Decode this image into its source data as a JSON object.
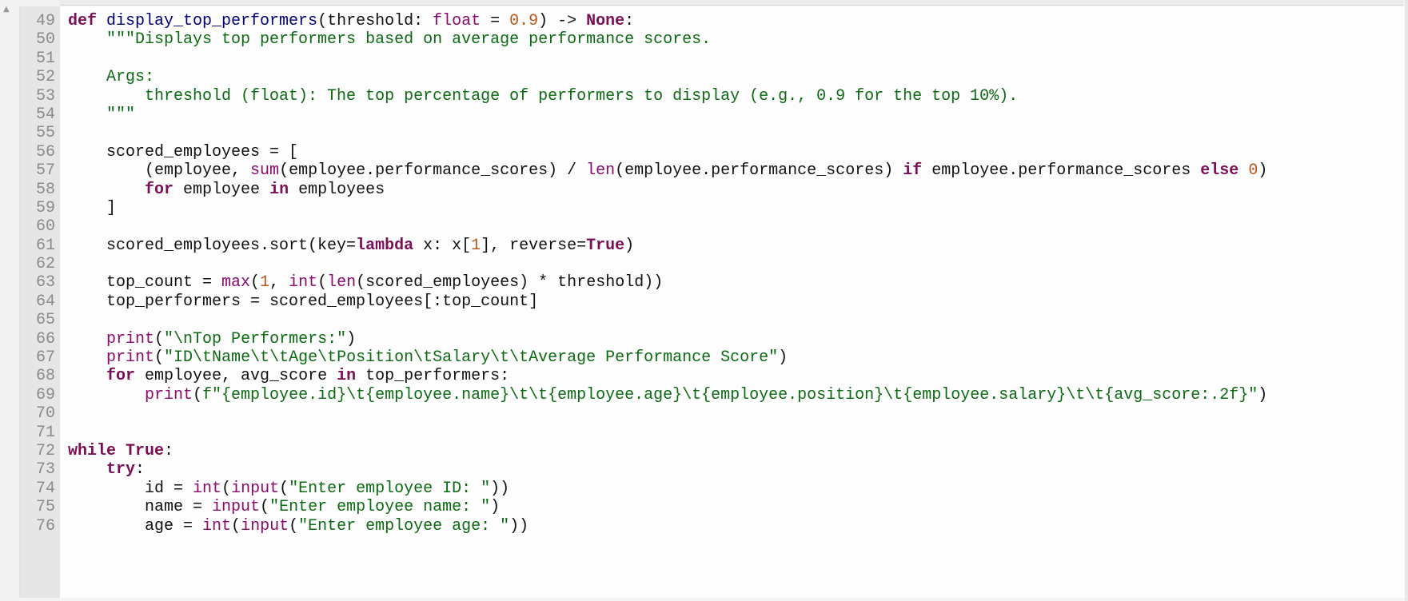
{
  "editor": {
    "lines": [
      {
        "num": "49",
        "tokens": [
          [
            "k",
            "def "
          ],
          [
            "f",
            "display_top_performers"
          ],
          [
            "t",
            "(threshold: "
          ],
          [
            "b",
            "float"
          ],
          [
            "t",
            " = "
          ],
          [
            "n",
            "0.9"
          ],
          [
            "t",
            ") -> "
          ],
          [
            "k",
            "None"
          ],
          [
            "t",
            ":"
          ]
        ]
      },
      {
        "num": "50",
        "tokens": [
          [
            "t",
            "    "
          ],
          [
            "s",
            "\"\"\"Displays top performers based on average performance scores."
          ]
        ]
      },
      {
        "num": "51",
        "tokens": []
      },
      {
        "num": "52",
        "tokens": [
          [
            "s",
            "    Args:"
          ]
        ]
      },
      {
        "num": "53",
        "tokens": [
          [
            "s",
            "        threshold (float): The top percentage of performers to display (e.g., 0.9 for the top 10%)."
          ]
        ]
      },
      {
        "num": "54",
        "tokens": [
          [
            "s",
            "    \"\"\""
          ]
        ]
      },
      {
        "num": "55",
        "tokens": []
      },
      {
        "num": "56",
        "tokens": [
          [
            "t",
            "    scored_employees = ["
          ]
        ]
      },
      {
        "num": "57",
        "tokens": [
          [
            "t",
            "        (employee, "
          ],
          [
            "b",
            "sum"
          ],
          [
            "t",
            "(employee.performance_scores) / "
          ],
          [
            "b",
            "len"
          ],
          [
            "t",
            "(employee.performance_scores) "
          ],
          [
            "k",
            "if"
          ],
          [
            "t",
            " employee.performance_scores "
          ],
          [
            "k",
            "else"
          ],
          [
            "t",
            " "
          ],
          [
            "n",
            "0"
          ],
          [
            "t",
            ")"
          ]
        ]
      },
      {
        "num": "58",
        "tokens": [
          [
            "t",
            "        "
          ],
          [
            "k",
            "for"
          ],
          [
            "t",
            " employee "
          ],
          [
            "k",
            "in"
          ],
          [
            "t",
            " employees"
          ]
        ]
      },
      {
        "num": "59",
        "tokens": [
          [
            "t",
            "    ]"
          ]
        ]
      },
      {
        "num": "60",
        "tokens": []
      },
      {
        "num": "61",
        "tokens": [
          [
            "t",
            "    scored_employees.sort(key="
          ],
          [
            "k",
            "lambda"
          ],
          [
            "t",
            " x: x["
          ],
          [
            "n",
            "1"
          ],
          [
            "t",
            "], reverse="
          ],
          [
            "k",
            "True"
          ],
          [
            "t",
            ")"
          ]
        ]
      },
      {
        "num": "62",
        "tokens": []
      },
      {
        "num": "63",
        "tokens": [
          [
            "t",
            "    top_count = "
          ],
          [
            "b",
            "max"
          ],
          [
            "t",
            "("
          ],
          [
            "n",
            "1"
          ],
          [
            "t",
            ", "
          ],
          [
            "b",
            "int"
          ],
          [
            "t",
            "("
          ],
          [
            "b",
            "len"
          ],
          [
            "t",
            "(scored_employees) * threshold))"
          ]
        ]
      },
      {
        "num": "64",
        "tokens": [
          [
            "t",
            "    top_performers = scored_employees[:top_count]"
          ]
        ]
      },
      {
        "num": "65",
        "tokens": []
      },
      {
        "num": "66",
        "tokens": [
          [
            "t",
            "    "
          ],
          [
            "b",
            "print"
          ],
          [
            "t",
            "("
          ],
          [
            "s",
            "\"\\nTop Performers:\""
          ],
          [
            "t",
            ")"
          ]
        ]
      },
      {
        "num": "67",
        "tokens": [
          [
            "t",
            "    "
          ],
          [
            "b",
            "print"
          ],
          [
            "t",
            "("
          ],
          [
            "s",
            "\"ID\\tName\\t\\tAge\\tPosition\\tSalary\\t\\tAverage Performance Score\""
          ],
          [
            "t",
            ")"
          ]
        ]
      },
      {
        "num": "68",
        "tokens": [
          [
            "t",
            "    "
          ],
          [
            "k",
            "for"
          ],
          [
            "t",
            " employee, avg_score "
          ],
          [
            "k",
            "in"
          ],
          [
            "t",
            " top_performers:"
          ]
        ]
      },
      {
        "num": "69",
        "tokens": [
          [
            "t",
            "        "
          ],
          [
            "b",
            "print"
          ],
          [
            "t",
            "("
          ],
          [
            "s",
            "f\"{employee.id}\\t{employee.name}\\t\\t{employee.age}\\t{employee.position}\\t{employee.salary}\\t\\t{avg_score:.2f}\""
          ],
          [
            "t",
            ")"
          ]
        ]
      },
      {
        "num": "70",
        "tokens": []
      },
      {
        "num": "71",
        "tokens": []
      },
      {
        "num": "72",
        "tokens": [
          [
            "k",
            "while"
          ],
          [
            "t",
            " "
          ],
          [
            "k",
            "True"
          ],
          [
            "t",
            ":"
          ]
        ]
      },
      {
        "num": "73",
        "tokens": [
          [
            "t",
            "    "
          ],
          [
            "k",
            "try"
          ],
          [
            "t",
            ":"
          ]
        ]
      },
      {
        "num": "74",
        "tokens": [
          [
            "t",
            "        id = "
          ],
          [
            "b",
            "int"
          ],
          [
            "t",
            "("
          ],
          [
            "b",
            "input"
          ],
          [
            "t",
            "("
          ],
          [
            "s",
            "\"Enter employee ID: \""
          ],
          [
            "t",
            "))"
          ]
        ]
      },
      {
        "num": "75",
        "tokens": [
          [
            "t",
            "        name = "
          ],
          [
            "b",
            "input"
          ],
          [
            "t",
            "("
          ],
          [
            "s",
            "\"Enter employee name: \""
          ],
          [
            "t",
            ")"
          ]
        ]
      },
      {
        "num": "76",
        "tokens": [
          [
            "t",
            "        age = "
          ],
          [
            "b",
            "int"
          ],
          [
            "t",
            "("
          ],
          [
            "b",
            "input"
          ],
          [
            "t",
            "("
          ],
          [
            "s",
            "\"Enter employee age: \""
          ],
          [
            "t",
            "))"
          ]
        ]
      }
    ]
  }
}
